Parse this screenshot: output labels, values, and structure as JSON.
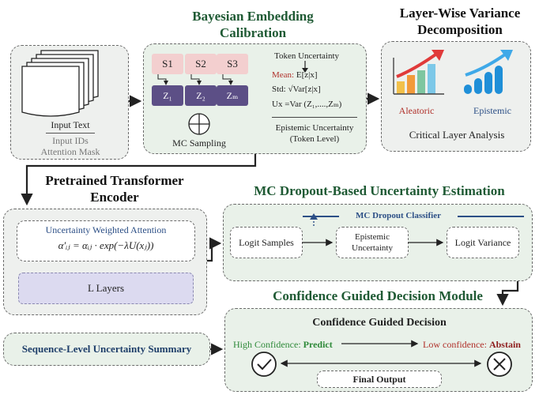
{
  "titles": {
    "bayesian_line1": "Bayesian Embedding",
    "bayesian_line2": "Calibration",
    "layerwise_line1": "Layer-Wise Variance",
    "layerwise_line2": "Decomposition",
    "pretrained_line1": "Pretrained Transformer",
    "pretrained_line2": "Encoder",
    "mc_dropout": "MC Dropout-Based Uncertainty Estimation",
    "confidence_module": "Confidence Guided Decision Module"
  },
  "input": {
    "text": "Input Text",
    "ids": "Input IDs",
    "mask": "Attention Mask"
  },
  "bayesian": {
    "s_labels": [
      "S1",
      "S2",
      "S3"
    ],
    "z_labels": [
      "Z₁",
      "Z₂",
      "Zₘ"
    ],
    "mc_sampling": "MC Sampling",
    "token_uncertainty": "Token Uncertainty",
    "mean_label": "Mean:",
    "mean_expr": "E[z|x]",
    "std_label": "Std:",
    "std_expr": "√Var[z|x]",
    "ux_label": "Ux",
    "ux_expr": "=Var (Z₁,....,Zₘ)",
    "epistemic_line1": "Epistemic Uncertainty",
    "epistemic_line2": "(Token Level)"
  },
  "layerwise": {
    "aleatoric": "Aleatoric",
    "epistemic": "Epistemic",
    "critical": "Critical Layer Analysis"
  },
  "encoder": {
    "uwa_title": "Uncertainty Weighted Attention",
    "formula": "α′ᵢⱼ = αᵢⱼ · exp(−λU(xⱼ))",
    "layers": "L Layers"
  },
  "mc": {
    "classifier": "MC Dropout Classifier",
    "logit_samples": "Logit Samples",
    "epistemic_line1": "Epistemic",
    "epistemic_line2": "Uncertainty",
    "logit_variance": "Logit Variance"
  },
  "sequence_summary": "Sequence-Level Uncertainty Summary",
  "decision": {
    "title": "Confidence Guided Decision",
    "high_label": "High Confidence:",
    "high_action": "Predict",
    "low_label": "Low confidence:",
    "low_action": "Abstain",
    "final_output": "Final Output"
  },
  "colors": {
    "panel_green": "#e9f1e9",
    "title_green": "#1f5a34",
    "sample_pink": "#f3cfcf",
    "latent_purple": "#5c4f86",
    "layers_lavender": "#dcdaf0",
    "blue_text": "#2c4f86",
    "red_text": "#b0302a",
    "green_text": "#2f8a3a",
    "abstain_red": "#8f1f1f"
  }
}
